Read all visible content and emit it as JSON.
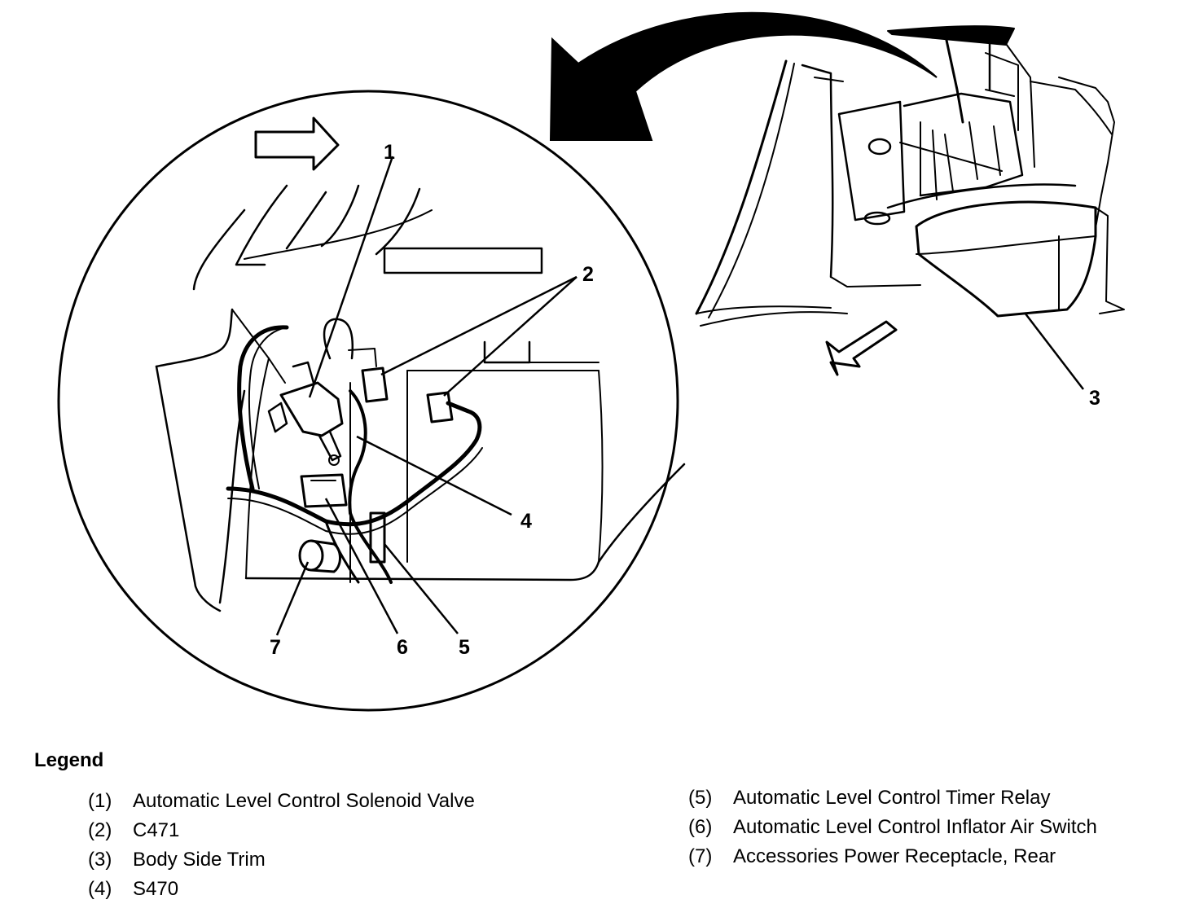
{
  "callouts": {
    "c1": "1",
    "c2": "2",
    "c3": "3",
    "c4": "4",
    "c5": "5",
    "c6": "6",
    "c7": "7"
  },
  "legend": {
    "title": "Legend",
    "left_items": [
      {
        "num": "(1)",
        "label": "Automatic Level Control Solenoid Valve"
      },
      {
        "num": "(2)",
        "label": "C471"
      },
      {
        "num": "(3)",
        "label": "Body Side Trim"
      },
      {
        "num": "(4)",
        "label": "S470"
      }
    ],
    "right_items": [
      {
        "num": "(5)",
        "label": "Automatic Level Control Timer Relay"
      },
      {
        "num": "(6)",
        "label": "Automatic Level Control Inflator Air Switch"
      },
      {
        "num": "(7)",
        "label": "Accessories Power Receptacle, Rear"
      }
    ]
  }
}
